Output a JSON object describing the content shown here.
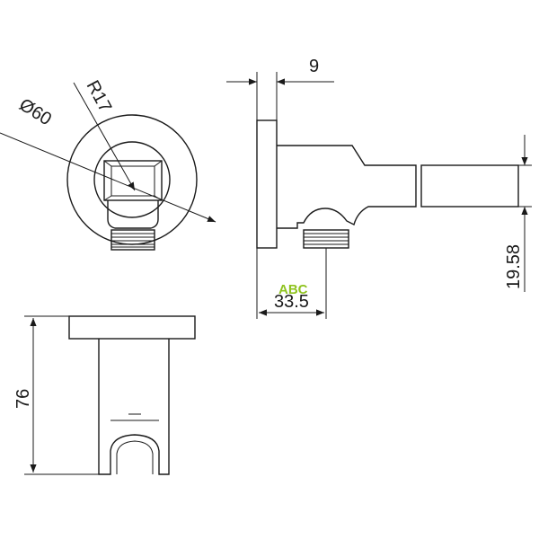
{
  "dimensions": {
    "diameter": "Ø60",
    "radius": "R17",
    "thickness": "9",
    "offset": "33.5",
    "outlet_height": "19.58",
    "total_height": "76"
  },
  "watermark": {
    "logo": "ABC"
  }
}
